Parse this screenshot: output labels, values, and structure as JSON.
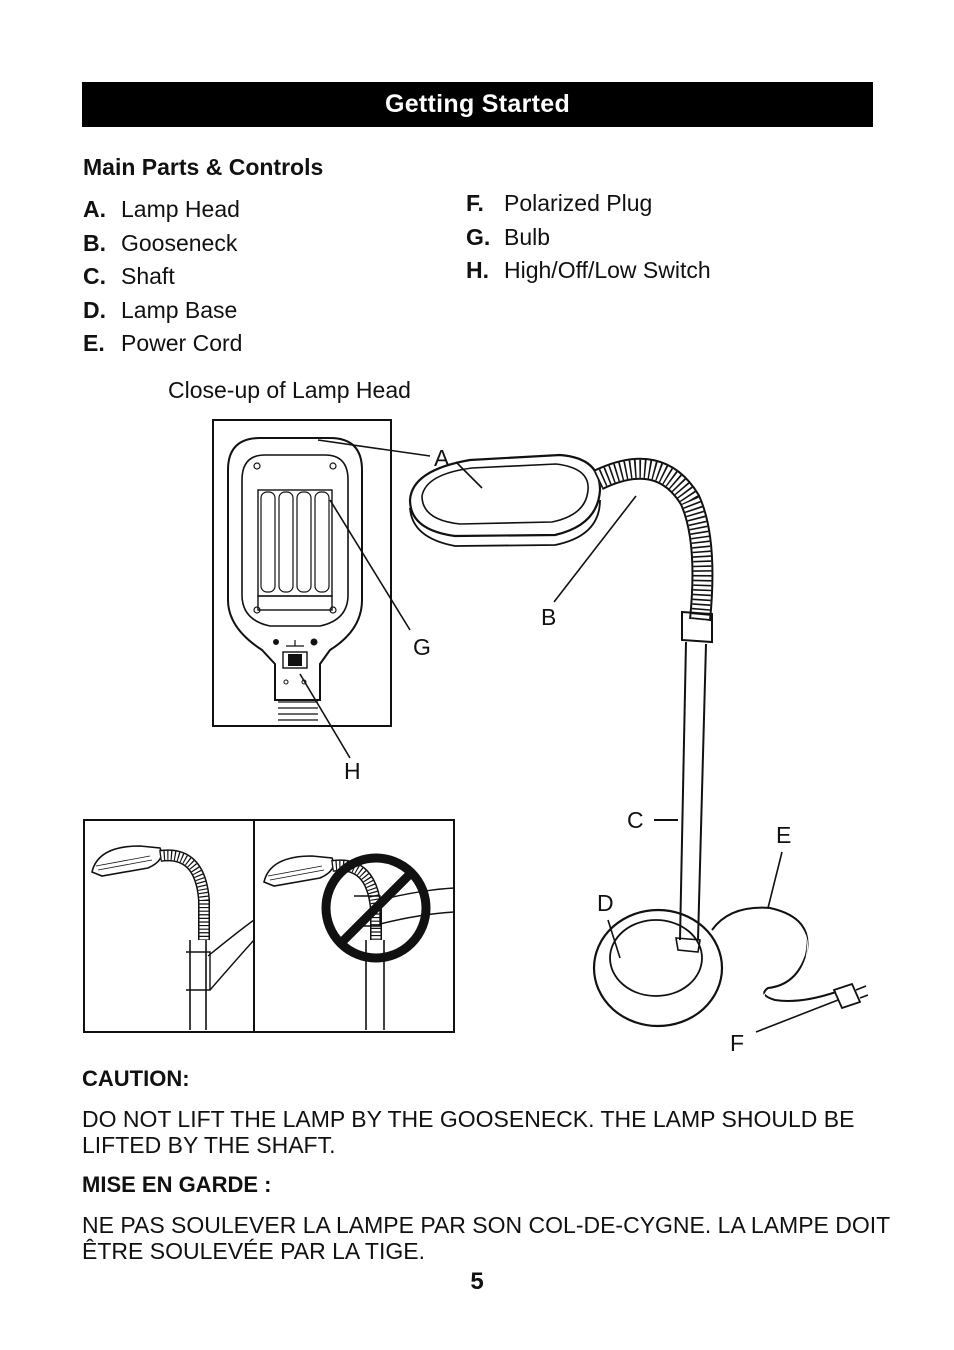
{
  "header": {
    "title": "Getting Started"
  },
  "section": {
    "title": "Main Parts & Controls"
  },
  "parts_left": [
    {
      "key": "A.",
      "label": "Lamp Head"
    },
    {
      "key": "B.",
      "label": "Gooseneck"
    },
    {
      "key": "C.",
      "label": "Shaft"
    },
    {
      "key": "D.",
      "label": "Lamp Base"
    },
    {
      "key": "E.",
      "label": "Power Cord"
    }
  ],
  "parts_right": [
    {
      "key": "F.",
      "label": "Polarized Plug"
    },
    {
      "key": "G.",
      "label": "Bulb"
    },
    {
      "key": "H.",
      "label": "High/Off/Low Switch"
    }
  ],
  "closeup": {
    "caption": "Close-up of Lamp Head"
  },
  "callouts": {
    "a": "A",
    "b": "B",
    "c": "C",
    "d": "D",
    "e": "E",
    "f": "F",
    "g": "G",
    "h": "H"
  },
  "caution": {
    "title": "CAUTION:",
    "text": "DO NOT LIFT THE LAMP BY THE GOOSENECK. THE LAMP SHOULD BE LIFTED BY THE SHAFT."
  },
  "mise_en_garde": {
    "title": "MISE EN GARDE :",
    "text": "NE PAS SOULEVER LA LAMPE PAR SON COL-DE-CYGNE. LA LAMPE DOIT ÊTRE SOULEVÉE PAR LA TIGE."
  },
  "page": {
    "number": "5"
  }
}
